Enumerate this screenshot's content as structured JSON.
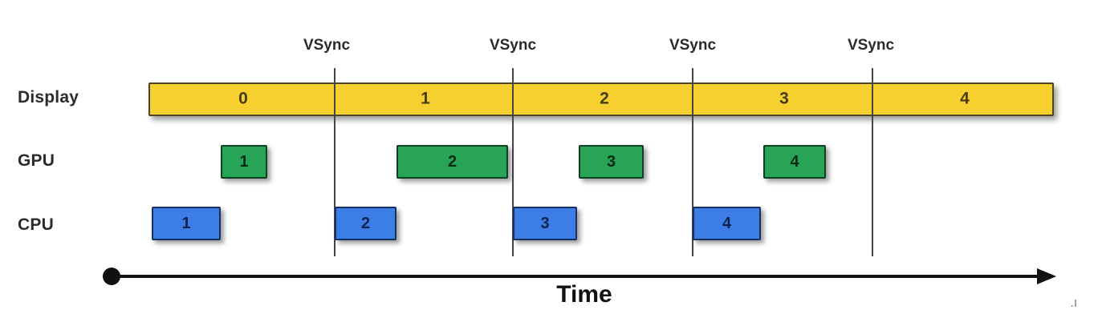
{
  "rows": {
    "display": "Display",
    "gpu": "GPU",
    "cpu": "CPU"
  },
  "vsync_labels": [
    "VSync",
    "VSync",
    "VSync",
    "VSync"
  ],
  "display_segments": [
    "0",
    "1",
    "2",
    "3",
    "4"
  ],
  "gpu_blocks": [
    "1",
    "2",
    "3",
    "4"
  ],
  "cpu_blocks": [
    "1",
    "2",
    "3",
    "4"
  ],
  "time_axis": {
    "label": "Time"
  },
  "artifact_text": ".l",
  "colors": {
    "display_fill": "#f5d02e",
    "display_border": "#4e441c",
    "gpu_fill": "#28a456",
    "gpu_border": "#0e4023",
    "cpu_fill": "#3d7de6",
    "cpu_border": "#16315f",
    "vsync_line": "#454545",
    "text": "#2b2b2b",
    "axis": "#111111",
    "background": "#ffffff"
  }
}
